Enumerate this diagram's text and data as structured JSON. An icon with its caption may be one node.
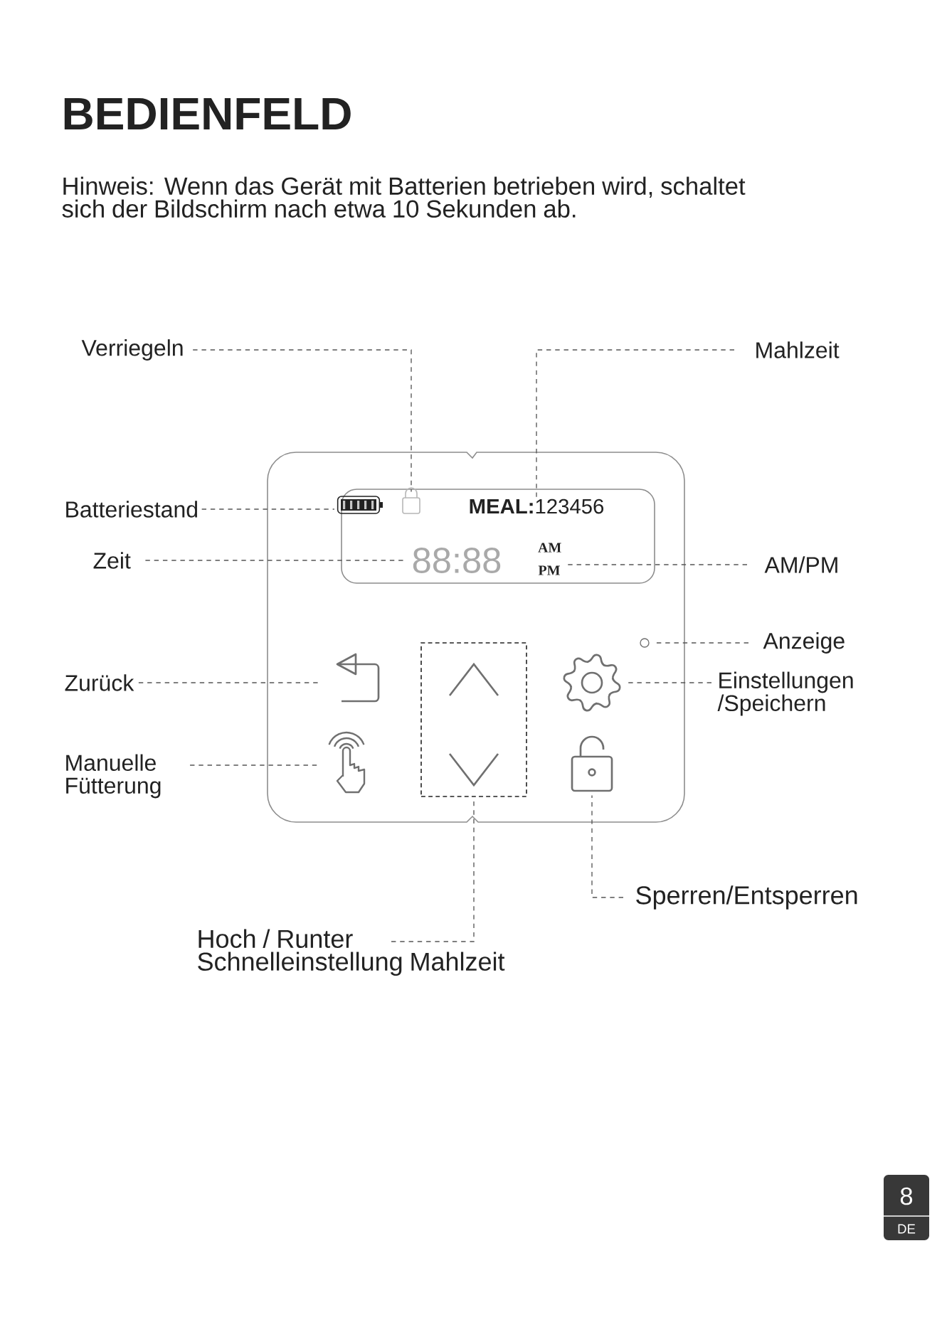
{
  "diagram": {
    "title": "BEDIENFELD",
    "nodes": [
      {
        "text": [
          "Verriegeln"
        ]
      },
      {
        "text": [
          "Mahlzeit"
        ]
      },
      {
        "text": [
          "Batteriestand"
        ]
      },
      {
        "text": [
          "Zeit"
        ]
      },
      {
        "text": [
          "AM/PM"
        ]
      },
      {
        "text": [
          "Anzeige"
        ]
      },
      {
        "text": [
          "Zurück"
        ]
      },
      {
        "text": [
          "Einstellungen /Speichern"
        ]
      },
      {
        "text": [
          "Manuelle Fütterung"
        ]
      },
      {
        "text": [
          "Hoch / Runter Schnelleinstellung Mahlzeit"
        ]
      },
      {
        "text": [
          "Sperren/Entsperren"
        ]
      },
      {
        "text": [],
        "shape": "lock"
      },
      {
        "text": [
          "**MEAL:**123456"
        ]
      },
      {
        "text": [],
        "shape": "battery"
      },
      {
        "text": [
          "88:88"
        ]
      },
      {
        "text": [
          "AM PM"
        ]
      },
      {
        "text": [],
        "shape": "circle"
      },
      {
        "text": [],
        "shape": "arrow"
      },
      {
        "text": [],
        "shape": "gear"
      },
      {
        "text": [],
        "shape": "hand"
      },
      {
        "text": [],
        "shape": "box"
      },
      {
        "text": [],
        "shape": "unlock"
      }
    ],
    "edges": [
      {
        "from": 0,
        "to": 11,
        "arrow": "none",
        "style": "dashed"
      },
      {
        "from": 1,
        "to": 12,
        "arrow": "none",
        "style": "dashed"
      },
      {
        "from": 2,
        "to": 13,
        "arrow": "none",
        "style": "dashed"
      },
      {
        "from": 3,
        "to": 14,
        "arrow": "none",
        "style": "dashed"
      },
      {
        "from": 4,
        "to": 15,
        "arrow": "none",
        "style": "dashed"
      },
      {
        "from": 5,
        "to": 16,
        "arrow": "none",
        "style": "dashed"
      },
      {
        "from": 6,
        "to": 17,
        "arrow": "none",
        "style": "dashed"
      },
      {
        "from": 7,
        "to": 18,
        "arrow": "none",
        "style": "dashed"
      },
      {
        "from": 8,
        "to": 19,
        "arrow": "none",
        "style": "dashed"
      },
      {
        "from": 9,
        "to": 20,
        "arrow": "none",
        "style": "dashed"
      },
      {
        "from": 10,
        "to": 21,
        "arrow": "none",
        "style": "dashed"
      }
    ],
    "labels": [
      "Hinweis: Wenn das Gerät mit Batterien betrieben wird, schaltet sich der Bildschirm nach etwa 10 Sekunden ab.",
      "8",
      "DE"
    ]
  }
}
